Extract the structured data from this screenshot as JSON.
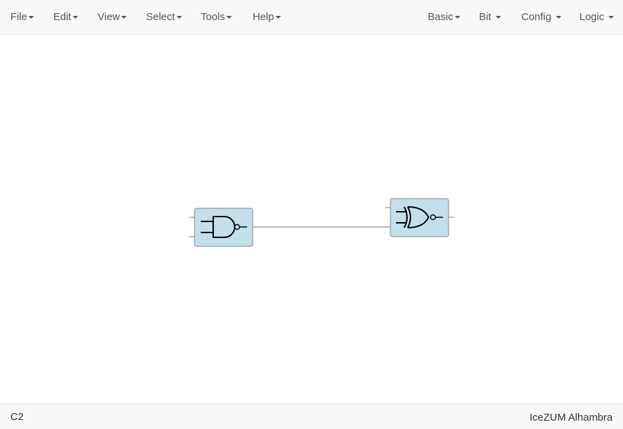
{
  "menubar": {
    "left": [
      {
        "label": "File"
      },
      {
        "label": "Edit"
      },
      {
        "label": "View"
      },
      {
        "label": "Select"
      },
      {
        "label": "Tools"
      },
      {
        "label": "Help"
      }
    ],
    "right": [
      {
        "label": "Basic"
      },
      {
        "label": "Bit"
      },
      {
        "label": "Config"
      },
      {
        "label": "Logic"
      }
    ]
  },
  "canvas": {
    "blocks": [
      {
        "icon": "nand-gate-icon"
      },
      {
        "icon": "xnor-gate-icon"
      }
    ],
    "colors": {
      "block_fill": "#c2dfea",
      "block_border": "#7a8a90",
      "wire": "#777777"
    }
  },
  "statusbar": {
    "left_text": "C2",
    "board": "IceZUM Alhambra"
  }
}
